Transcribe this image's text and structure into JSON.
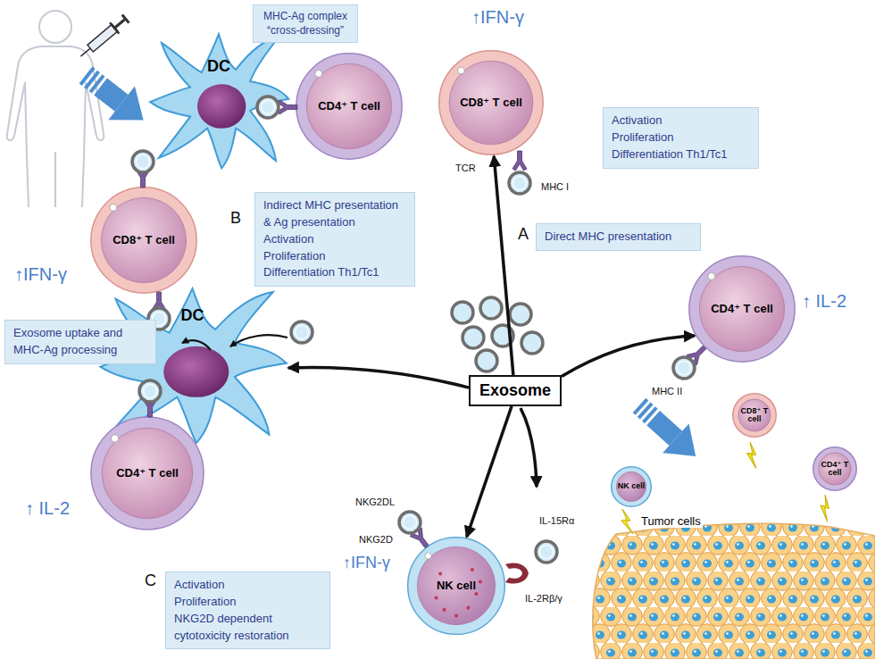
{
  "diagram": {
    "nodes": [
      {
        "text": [
          "DC"
        ]
      },
      {
        "text": [
          "MHC-Ag complex “cross-dressing”"
        ]
      },
      {
        "text": [
          "CD4⁺ T cell"
        ]
      },
      {
        "text": [
          "CD8⁺ T cell"
        ]
      },
      {
        "text": [
          "Activation",
          "Proliferation",
          "Differentiation Th1/Tc1"
        ]
      },
      {
        "text": [
          "CD8⁺ T cell"
        ]
      },
      {
        "text": [
          "Indirect MHC presentation & Ag presentation",
          "Activation",
          "Proliferation",
          "Differentiation Th1/Tc1"
        ]
      },
      {
        "text": [
          "DC"
        ]
      },
      {
        "text": [
          "Exosome uptake and MHC-Ag processing"
        ]
      },
      {
        "text": [
          "Direct MHC presentation"
        ]
      },
      {
        "text": [
          "CD4⁺ T cell"
        ]
      },
      {
        "text": [
          "Exosome"
        ]
      },
      {
        "text": [
          "CD4⁺ T cell"
        ]
      },
      {
        "text": [
          "NK cell"
        ]
      },
      {
        "text": [
          "CD8⁺ T cell"
        ]
      },
      {
        "text": [
          "CD4⁺ T cell"
        ]
      },
      {
        "text": [
          "NK cell"
        ]
      },
      {
        "text": [
          "Activation",
          "Proliferation",
          "NKG2D dependent cytotoxicity restoration"
        ]
      }
    ],
    "edges": [
      {
        "from": 11,
        "to": 3,
        "arrow": "to"
      },
      {
        "from": 11,
        "to": 10,
        "arrow": "to"
      },
      {
        "from": 11,
        "to": 7,
        "arrow": "to"
      },
      {
        "from": 11,
        "to": 16,
        "arrow": "to"
      }
    ],
    "labels": [
      "↑IFN-γ",
      "↑IFN-γ",
      "↑ IL-2",
      "↑ IL-2",
      "↑IFN-γ",
      "TCR",
      "MHC I",
      "MHC II",
      "A",
      "B",
      "C",
      "NKG2DL",
      "NKG2D",
      "IL-15Rα",
      "IL-2Rβ/γ",
      "Tumor cells"
    ]
  }
}
